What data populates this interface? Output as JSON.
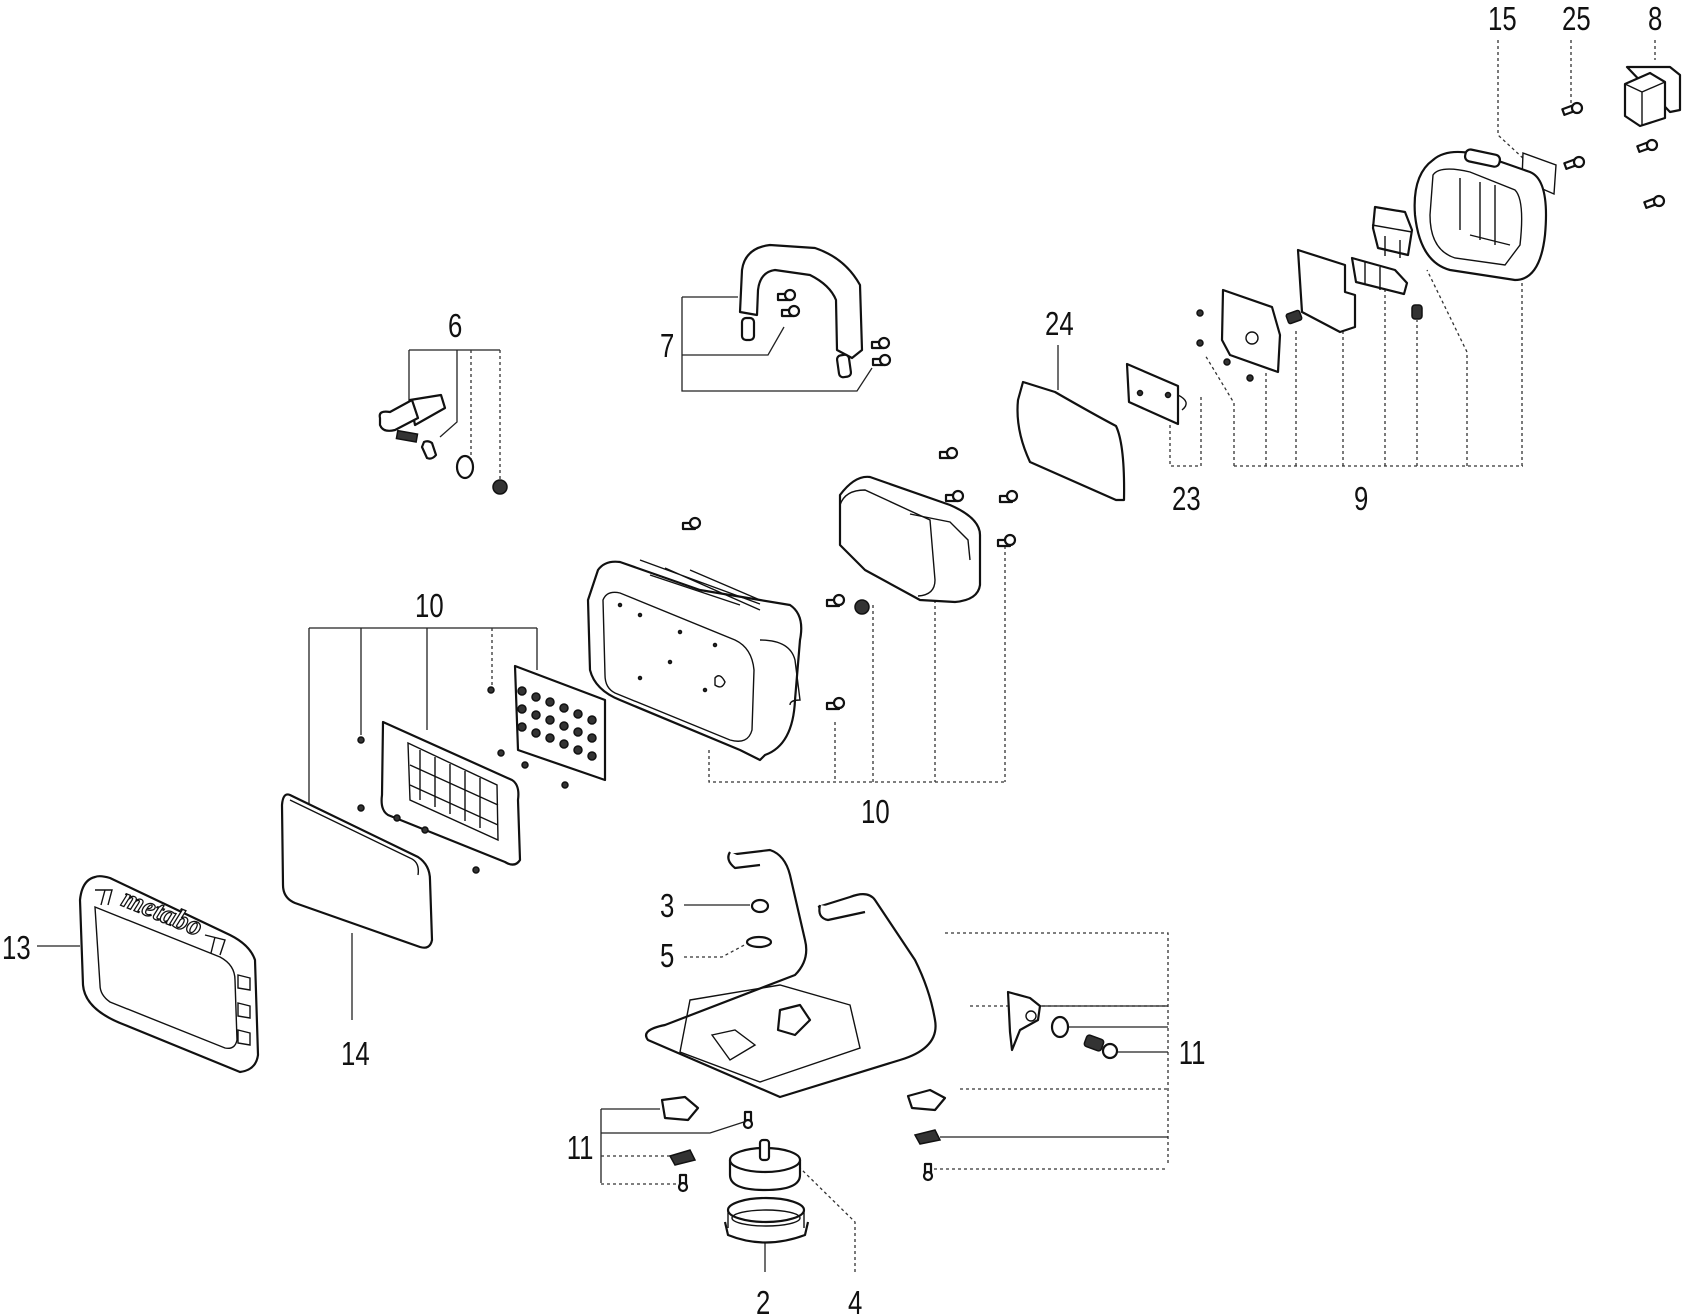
{
  "diagram": {
    "type": "exploded-parts-diagram",
    "subject": "cordless LED work light",
    "brand_logo_text": "metabo",
    "colors": {
      "line": "#111111",
      "background": "#ffffff"
    },
    "labels": [
      {
        "id": "lbl-15",
        "text": "15",
        "part": "label-plate"
      },
      {
        "id": "lbl-25",
        "text": "25",
        "part": "screw"
      },
      {
        "id": "lbl-8",
        "text": "8",
        "part": "battery-contact-cap"
      },
      {
        "id": "lbl-6",
        "text": "6",
        "part": "clamp-lever-set"
      },
      {
        "id": "lbl-7",
        "text": "7",
        "part": "carry-handle-set"
      },
      {
        "id": "lbl-24",
        "text": "24",
        "part": "gasket"
      },
      {
        "id": "lbl-23",
        "text": "23",
        "part": "circuit-board"
      },
      {
        "id": "lbl-9",
        "text": "9",
        "part": "battery-housing-set"
      },
      {
        "id": "lbl-10a",
        "text": "10",
        "part": "led-module-set"
      },
      {
        "id": "lbl-10b",
        "text": "10",
        "part": "lamp-housing-set"
      },
      {
        "id": "lbl-13",
        "text": "13",
        "part": "front-bezel"
      },
      {
        "id": "lbl-14",
        "text": "14",
        "part": "lens-cover"
      },
      {
        "id": "lbl-3",
        "text": "3",
        "part": "nut"
      },
      {
        "id": "lbl-5",
        "text": "5",
        "part": "washer"
      },
      {
        "id": "lbl-11a",
        "text": "11",
        "part": "stand-frame-set"
      },
      {
        "id": "lbl-11b",
        "text": "11",
        "part": "stand-foot-set"
      },
      {
        "id": "lbl-2",
        "text": "2",
        "part": "base-ring"
      },
      {
        "id": "lbl-4",
        "text": "4",
        "part": "base-plate"
      }
    ]
  }
}
